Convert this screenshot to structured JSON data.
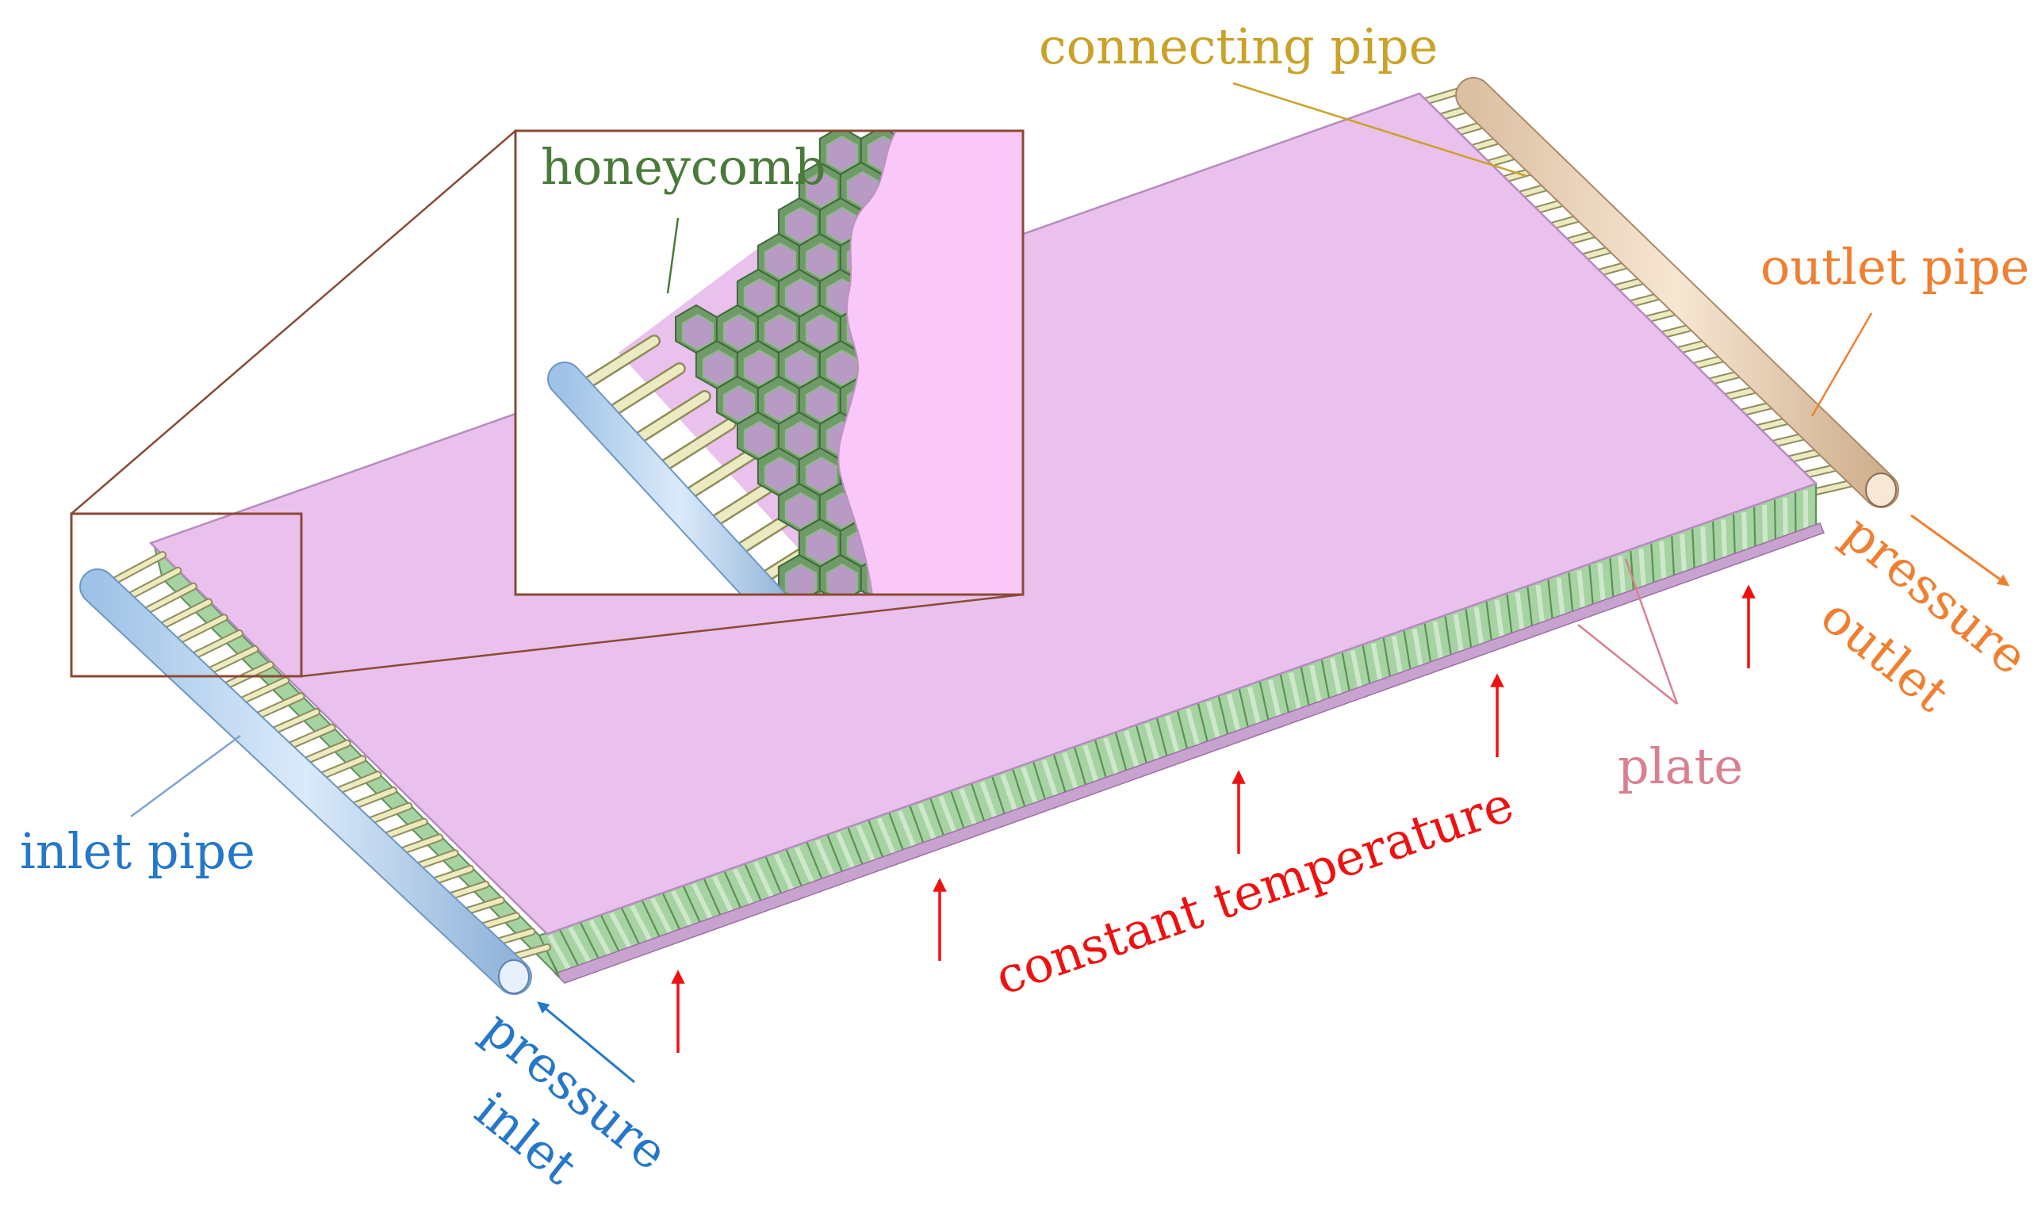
{
  "labels": {
    "connecting_pipe": "connecting pipe",
    "honeycomb": "honeycomb",
    "outlet_pipe": "outlet pipe",
    "pressure_outlet_line1": "pressure",
    "pressure_outlet_line2": "outlet",
    "plate": "plate",
    "inlet_pipe": "inlet pipe",
    "constant_temperature": "constant temperature",
    "pressure_inlet_line1": "pressure",
    "pressure_inlet_line2": "inlet"
  },
  "colors": {
    "connecting_pipe": "#c9a227",
    "honeycomb": "#4a7a3a",
    "outlet_pipe": "#f07f30",
    "plate_label": "#d98090",
    "inlet_pipe": "#2577c9",
    "constant_temperature": "#ee1111",
    "plate_fill": "#e9c1ec",
    "plate_edge": "#b68cc0",
    "core_fill": "#a6d3a2",
    "core_edge": "#5e8f59",
    "tube_fill": "#eceac0",
    "inlet_pipe_fill": "#c5dcf2",
    "outlet_pipe_fill": "#f2dcc5",
    "zoom_frame": "#8a4a33",
    "zoom_plate": "#f9c8f8"
  }
}
